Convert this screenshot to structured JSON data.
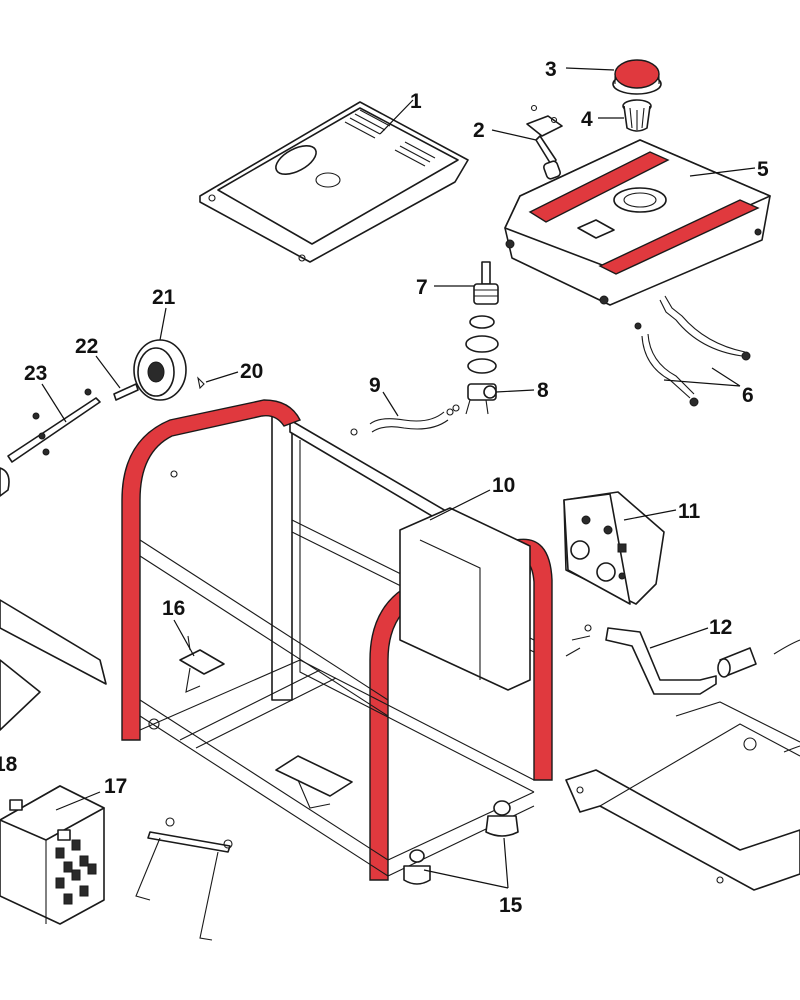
{
  "diagram": {
    "parts": [
      {
        "number": "1"
      },
      {
        "number": "2"
      },
      {
        "number": "3"
      },
      {
        "number": "4"
      },
      {
        "number": "5"
      },
      {
        "number": "6"
      },
      {
        "number": "7"
      },
      {
        "number": "8"
      },
      {
        "number": "9"
      },
      {
        "number": "10"
      },
      {
        "number": "11"
      },
      {
        "number": "12"
      },
      {
        "number": "15"
      },
      {
        "number": "16"
      },
      {
        "number": "17"
      },
      {
        "number": "18"
      },
      {
        "number": "20"
      },
      {
        "number": "21"
      },
      {
        "number": "22"
      },
      {
        "number": "23"
      }
    ]
  },
  "colors": {
    "highlight": "#e0393e",
    "line": "#1a1a1a",
    "background": "#ffffff"
  }
}
